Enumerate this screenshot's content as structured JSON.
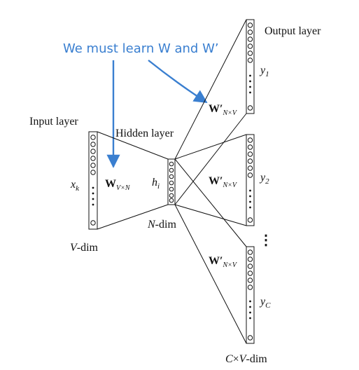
{
  "annotation": {
    "text": "We must learn W and W’",
    "color": "#3a7fd0"
  },
  "labels": {
    "output_layer": "Output layer",
    "input_layer": "Input layer",
    "hidden_layer": "Hidden layer",
    "v_dim_letter": "V",
    "v_dim_suffix": "-dim",
    "n_dim_letter": "N",
    "n_dim_suffix": "-dim",
    "cv_dim_c": "C",
    "cv_dim_times": "×",
    "cv_dim_v": "V",
    "cv_dim_suffix": "-dim",
    "vertical_ellipsis": "⋮"
  },
  "variables": {
    "x_base": "x",
    "x_sub": "k",
    "h_base": "h",
    "h_sub": "i",
    "y1_base": "y",
    "y1_sub": "1",
    "y2_base": "y",
    "y2_sub": "2",
    "yc_base": "y",
    "yc_sub": "C"
  },
  "weights": {
    "w_base": "W",
    "w_sub": "V×N",
    "wp_base": "W′",
    "wp_sub": "N×V"
  }
}
